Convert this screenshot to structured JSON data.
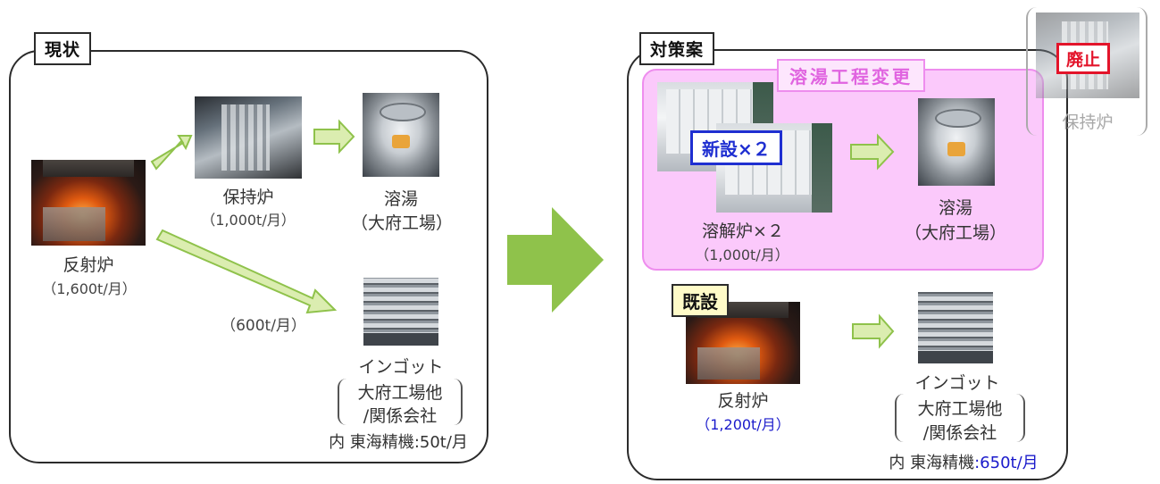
{
  "current": {
    "tag": "現状",
    "reverb_furnace": {
      "name": "反射炉",
      "capacity": "（1,600t/月）"
    },
    "holding_furnace": {
      "name": "保持炉",
      "capacity": "（1,000t/月）"
    },
    "molten": {
      "name": "溶湯",
      "place": "（大府工場）"
    },
    "ingot_flow": "（600t/月）",
    "ingot": {
      "name": "インゴット",
      "dest_line1": "大府工場他",
      "dest_line2": "/関係会社",
      "note_prefix": "内 東海精機",
      "note_value": ":50t/月"
    }
  },
  "proposal": {
    "tag": "対策案",
    "change_title": "溶湯工程変更",
    "new_badge": "新設×２",
    "melting_furnace": {
      "name": "溶解炉×２",
      "capacity": "（1,000t/月）"
    },
    "molten": {
      "name": "溶湯",
      "place": "（大府工場）"
    },
    "existing_badge": "既設",
    "reverb_furnace": {
      "name": "反射炉",
      "capacity": "（1,200t/月）"
    },
    "ingot": {
      "name": "インゴット",
      "dest_line1": "大府工場他",
      "dest_line2": "/関係会社",
      "note_prefix": "内 東海精機",
      "note_value": ":650t/月"
    },
    "abolished": {
      "badge": "廃止",
      "label": "保持炉"
    }
  },
  "colors": {
    "arrow_green": "#8fc24b",
    "arrow_light": "#dbedb0",
    "pink_fill": "#fbc9fb",
    "pink_text": "#e064e0",
    "new_blue": "#1f2fd1",
    "abolish_red": "#e3142a",
    "capacity_blue": "#1a1acb"
  }
}
